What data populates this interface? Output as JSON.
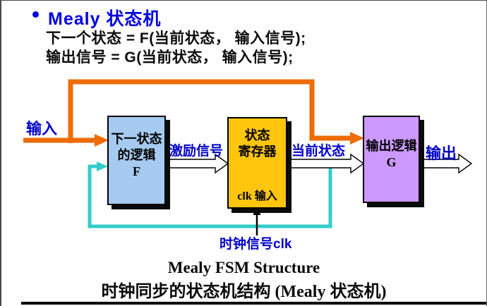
{
  "slide": {
    "title": "Mealy 状态机",
    "body_lines": [
      "下一个状态 = F(当前状态， 输入信号);",
      "输出信号 = G(当前状态， 输入信号);"
    ],
    "caption": {
      "line1": "Mealy FSM Structure",
      "line2": "时钟同步的状态机结构 (Mealy 状态机)"
    }
  },
  "diagram": {
    "blocks": {
      "next_state_logic": {
        "lines": [
          "下一状态",
          "的逻辑",
          "F"
        ],
        "fill": "#a6caf0"
      },
      "state_register": {
        "lines": [
          "状态",
          "寄存器"
        ],
        "clk_port": "clk 输入",
        "fill": "#ffc60d"
      },
      "output_logic": {
        "lines": [
          "输出逻辑",
          "G"
        ],
        "fill": "#cc99ff"
      }
    },
    "labels": {
      "input": "输入",
      "excitation": "激励信号",
      "current_state": "当前状态",
      "output": "输出",
      "clock": "时钟信号clk"
    },
    "colors": {
      "input_feedback_orange": "#ed6c05",
      "clock_feedback_teal": "#33cccc",
      "signal_arrow_fill": "#ffffff",
      "label_blue": "#0000c8",
      "title_blue": "#0000e0"
    }
  }
}
